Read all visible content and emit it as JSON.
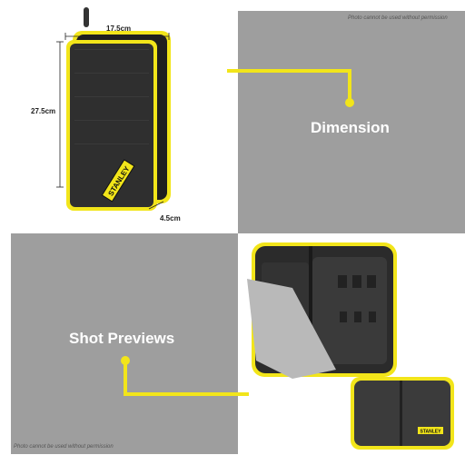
{
  "notices": {
    "top": "Photo cannot be used without permission",
    "bottom": "Photo cannot be used without permission"
  },
  "labels": {
    "dimension": "Dimension",
    "shot_previews": "Shot Previews"
  },
  "dimensions": {
    "width": "17.5cm",
    "height": "27.5cm",
    "depth": "4.5cm"
  },
  "brand": {
    "name": "STANLEY"
  },
  "colors": {
    "accent": "#f2e51a",
    "panel": "#9e9e9e",
    "case": "#2b2b2b"
  }
}
